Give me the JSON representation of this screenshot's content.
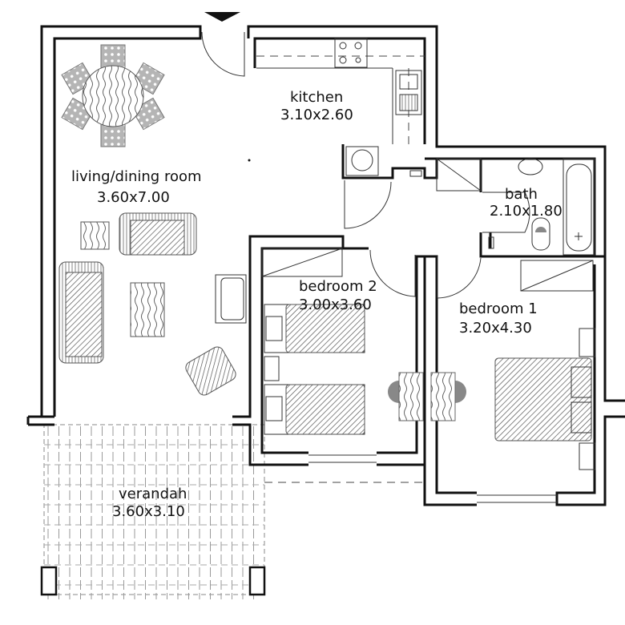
{
  "rooms": {
    "kitchen": {
      "name": "kitchen",
      "size": "3.10x2.60"
    },
    "living": {
      "name": "living/dining room",
      "size": "3.60x7.00"
    },
    "bath": {
      "name": "bath",
      "size": "2.10x1.80"
    },
    "bedroom2": {
      "name": "bedroom 2",
      "size": "3.00x3.60"
    },
    "bedroom1": {
      "name": "bedroom 1",
      "size": "3.20x4.30"
    },
    "verandah": {
      "name": "verandah",
      "size": "3.60x3.10"
    }
  },
  "colors": {
    "wall": "#111111",
    "hatch": "#555555",
    "chair": "#b0b0b0"
  }
}
